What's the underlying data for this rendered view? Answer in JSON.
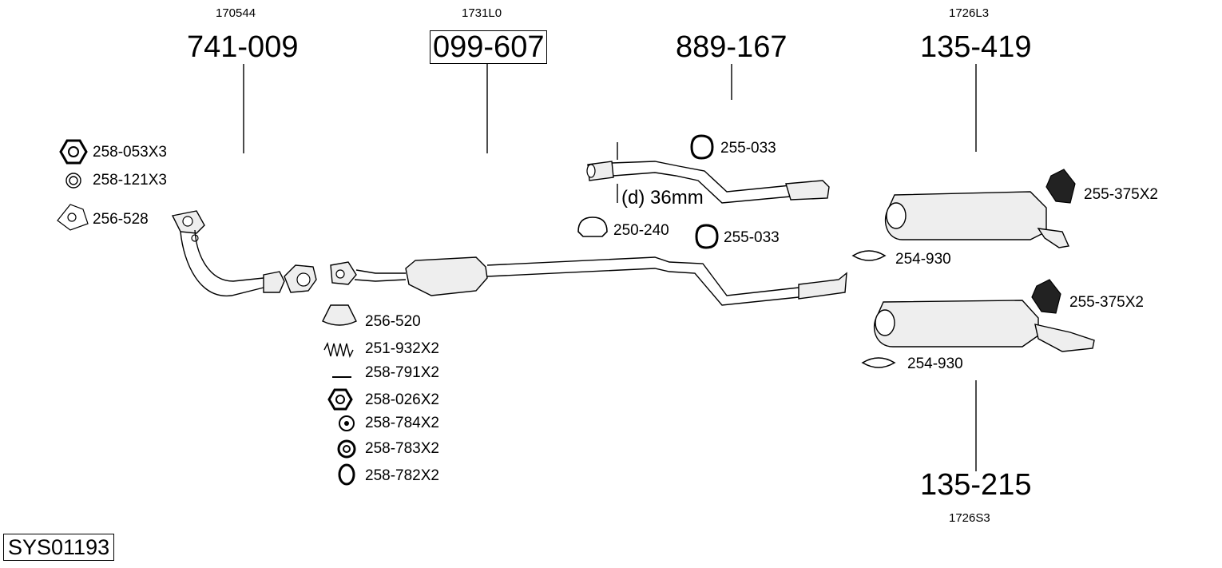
{
  "diagram_code": "SYS01193",
  "parts": [
    {
      "oem": "170544",
      "number": "741-009"
    },
    {
      "oem": "1731L0",
      "number": "099-607"
    },
    {
      "oem": "",
      "number": "889-167"
    },
    {
      "oem": "1726L3",
      "number": "135-419"
    },
    {
      "oem": "1726S3",
      "number": "135-215"
    }
  ],
  "pipe_note": "(d) 36mm",
  "hardware": {
    "front_left": [
      "258-053X3",
      "258-121X3",
      "256-528"
    ],
    "center": [
      "256-520",
      "251-932X2",
      "258-791X2",
      "258-026X2",
      "258-784X2",
      "258-783X2",
      "258-782X2"
    ],
    "hanger_top": "255-033",
    "clamp_mid": "250-240",
    "hanger_mid": "255-033",
    "rear_upper_rubber": "255-375X2",
    "rear_upper_clamp": "254-930",
    "rear_lower_rubber": "255-375X2",
    "rear_lower_clamp": "254-930"
  }
}
